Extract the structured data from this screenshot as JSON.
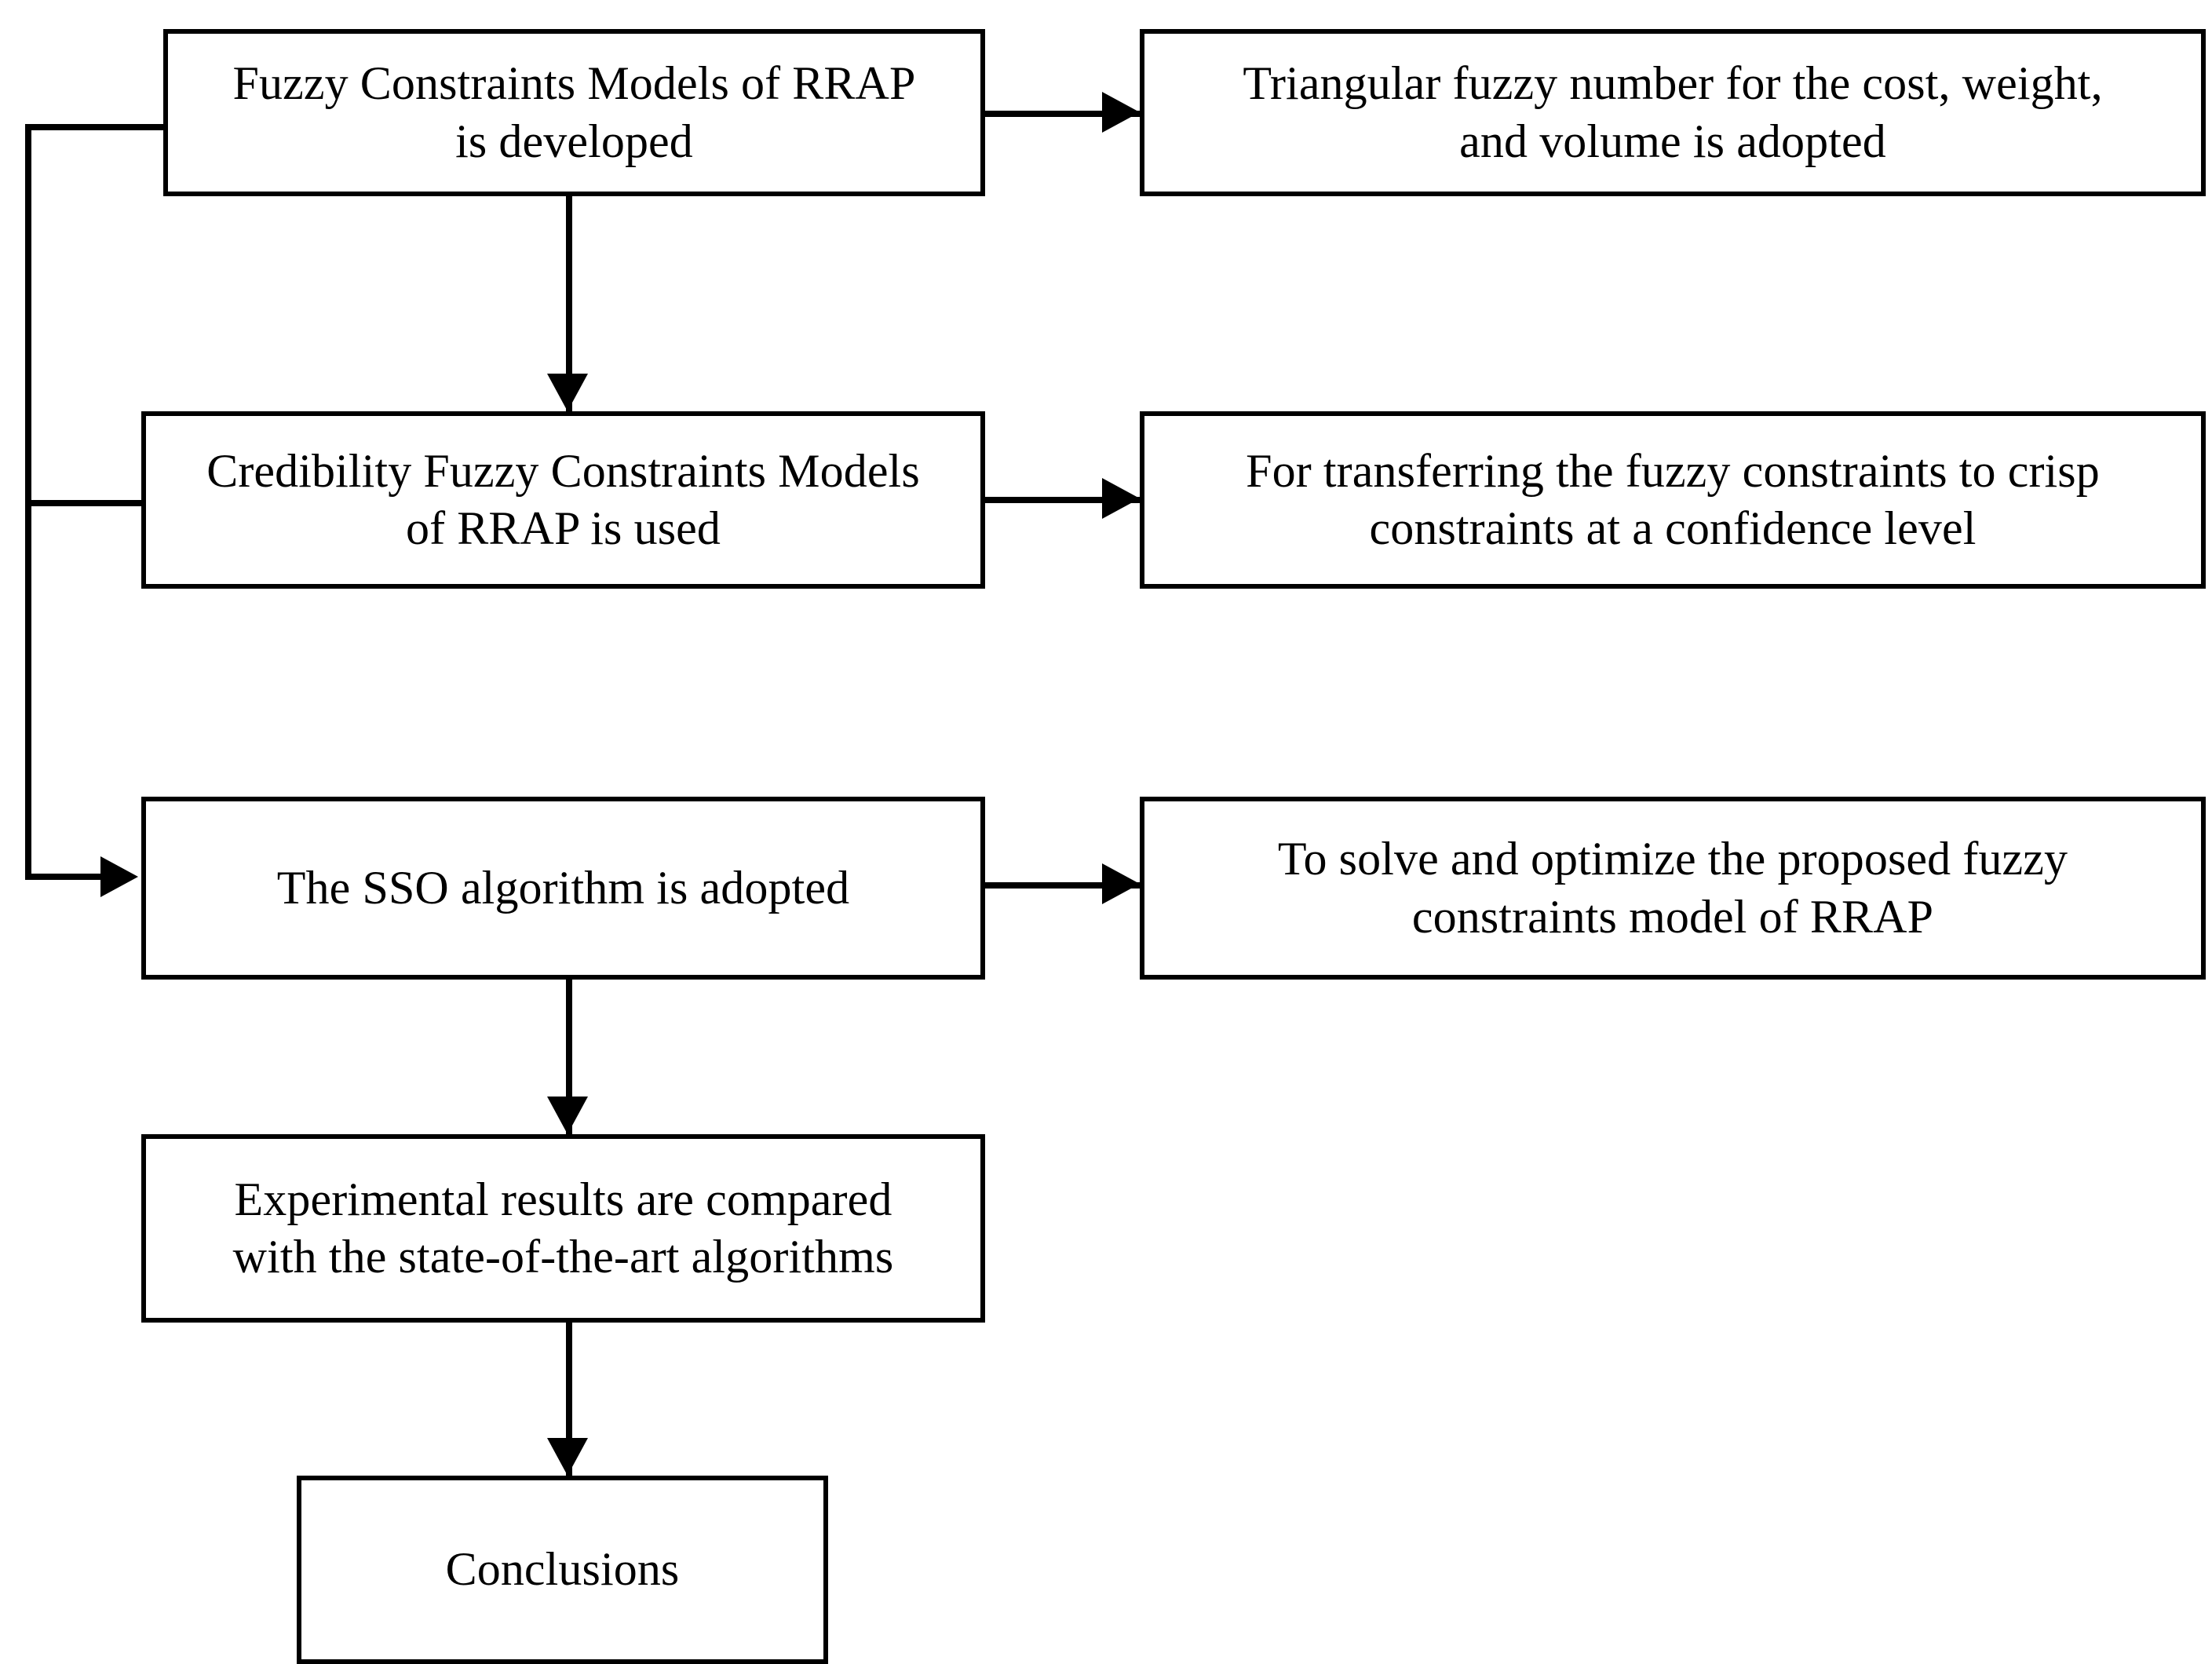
{
  "diagram": {
    "title": "Fuzzy Constraints RRAP Research Flowchart",
    "background_color": "#ffffff",
    "line_color": "#000000",
    "nodes": [
      {
        "id": "fuzzy-models",
        "text": "Fuzzy Constraints Models of RRAP\nis developed"
      },
      {
        "id": "tfn-adopted",
        "text": "Triangular fuzzy number for the cost, weight,\nand volume is adopted"
      },
      {
        "id": "credibility",
        "text": "Credibility Fuzzy Constraints Models\nof RRAP is used"
      },
      {
        "id": "transfer-crisp",
        "text": "For transferring the fuzzy constraints to crisp\nconstraints at a confidence level"
      },
      {
        "id": "sso-adopted",
        "text": "The SSO algorithm is adopted"
      },
      {
        "id": "solve-optimize",
        "text": "To solve and optimize the proposed fuzzy\nconstraints model of RRAP"
      },
      {
        "id": "experimental",
        "text": "Experimental results are compared\nwith the state-of-the-art algorithms"
      },
      {
        "id": "conclusions",
        "text": "Conclusions"
      }
    ],
    "edges": [
      {
        "id": "r1",
        "from": "fuzzy-models",
        "to": "tfn-adopted",
        "direction": "right"
      },
      {
        "id": "r2",
        "from": "credibility",
        "to": "transfer-crisp",
        "direction": "right"
      },
      {
        "id": "r3",
        "from": "sso-adopted",
        "to": "solve-optimize",
        "direction": "right"
      },
      {
        "id": "v12",
        "from": "fuzzy-models",
        "to": "credibility",
        "direction": "down"
      },
      {
        "id": "v34",
        "from": "sso-adopted",
        "to": "experimental",
        "direction": "down"
      },
      {
        "id": "v45",
        "from": "experimental",
        "to": "conclusions",
        "direction": "down"
      },
      {
        "id": "bus",
        "from": "fuzzy-models",
        "to": "sso-adopted",
        "direction": "left-bus"
      }
    ]
  }
}
